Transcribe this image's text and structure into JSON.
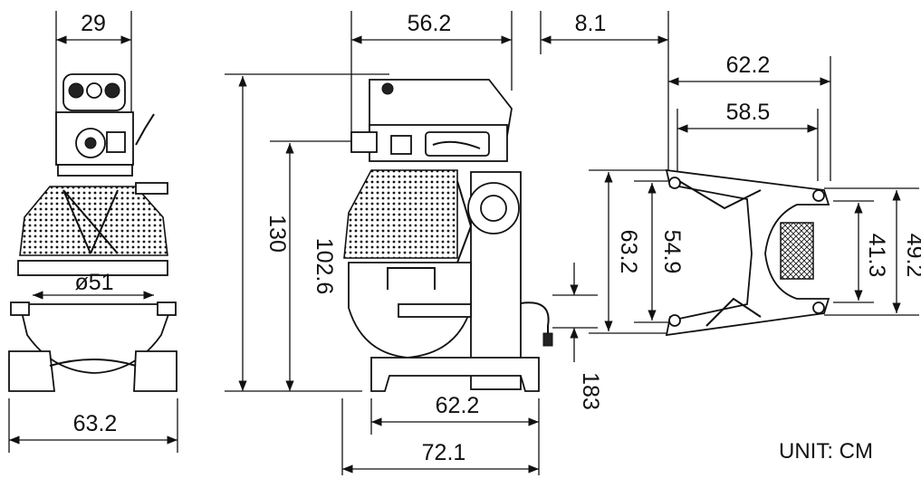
{
  "diagram": {
    "unit_label": "UNIT: CM",
    "front_view": {
      "top_width": "29",
      "bowl_diameter": "ø51",
      "base_width": "63.2"
    },
    "side_view": {
      "top_depth": "56.2",
      "offset": "8.1",
      "total_height": "130",
      "table_height": "102.6",
      "base_depth": "62.2",
      "overall_depth": "72.1",
      "foot_height": "183"
    },
    "base_view": {
      "outer_width": "62.2",
      "inner_width": "58.5",
      "outer_depth": "63.2",
      "inner_depth": "54.9",
      "rear_inner": "41.3",
      "rear_outer": "49.2"
    }
  }
}
